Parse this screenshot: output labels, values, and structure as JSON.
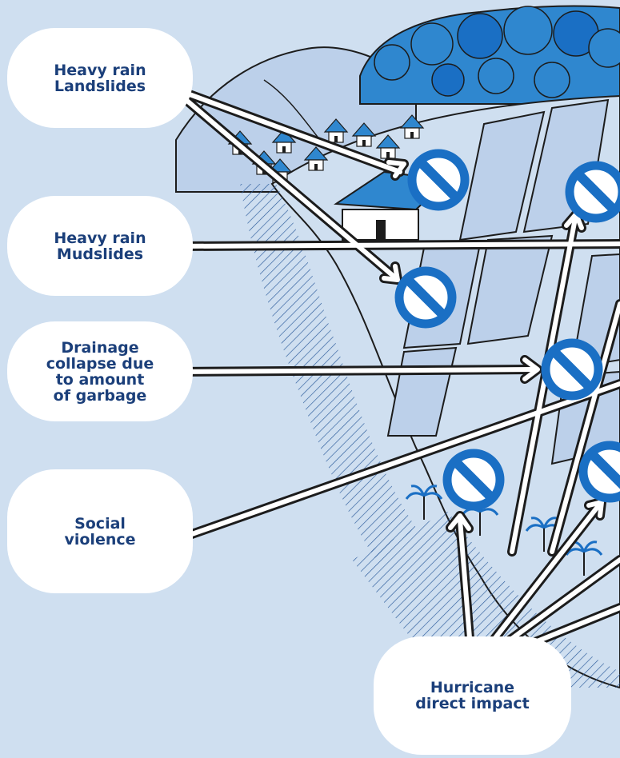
{
  "labels": {
    "landslides": "Heavy rain\nLandslides",
    "mudslides": "Heavy rain\nMudslides",
    "drainage": "Drainage\ncollapse due\nto amount\nof garbage",
    "violence": "Social\nviolence",
    "hurricane": "Hurricane\ndirect impact"
  },
  "colors": {
    "background": "#cfdff0",
    "label_text": "#1b3f7a",
    "hazard_blue": "#1a6fc4",
    "tree_blue": "#2f87cf",
    "ink": "#1c1c1c",
    "panel": "#bcd0ea"
  },
  "icons": [
    "prohibition-icon",
    "village-icon",
    "forest-icon",
    "palm-tree-icon",
    "house-icon"
  ]
}
